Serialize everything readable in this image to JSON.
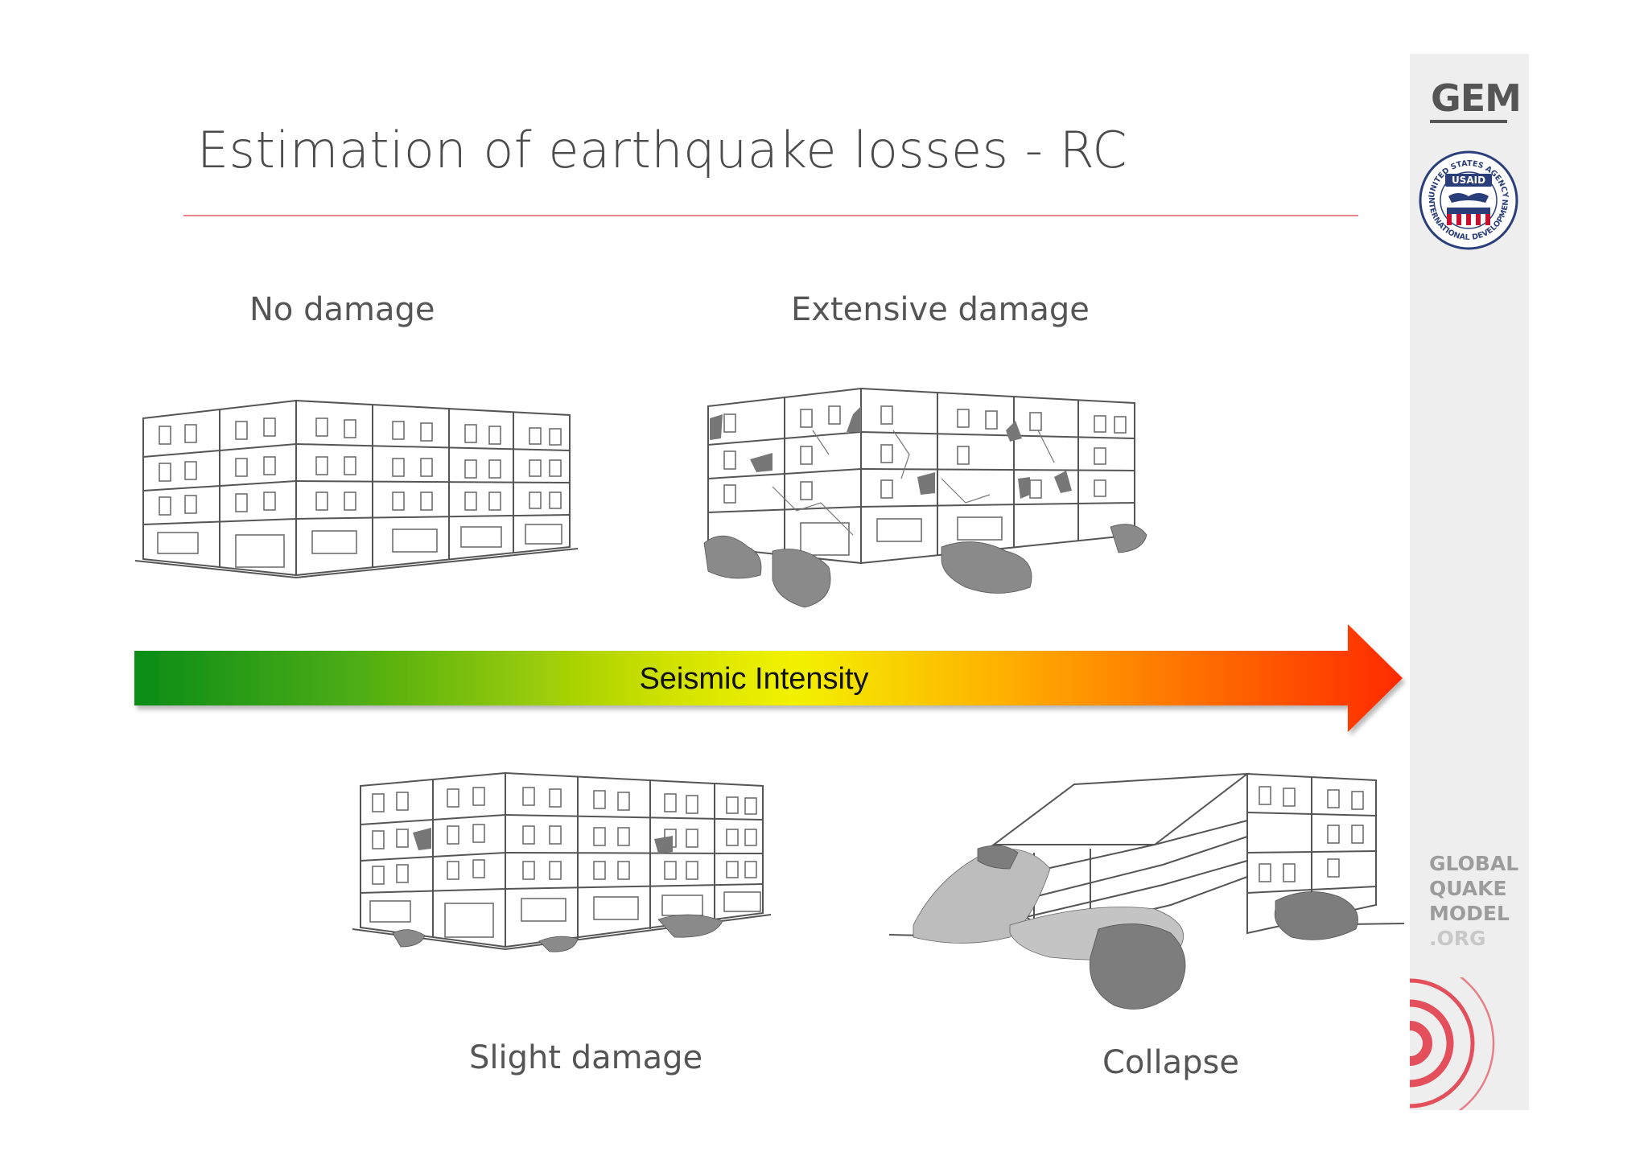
{
  "slide": {
    "title": "Estimation of earthquake losses - RC"
  },
  "labels": {
    "no_damage": "No damage",
    "extensive_damage": "Extensive damage",
    "slight_damage": "Slight damage",
    "collapse": "Collapse"
  },
  "arrow": {
    "label": "Seismic Intensity",
    "color_start": "#0a8c16",
    "color_mid": "#f2f200",
    "color_end": "#ff2a00"
  },
  "sidebar": {
    "gem_logo": "GEM",
    "usaid_text": "USAID",
    "usaid_ring_top": "UNITED STATES AGENCY",
    "usaid_ring_bottom": "INTERNATIONAL DEVELOPMENT",
    "gqm_line1": "GLOBAL",
    "gqm_line2": "QUAKE",
    "gqm_line3": "MODEL",
    "gqm_line4": ".ORG",
    "accent_color": "#e3505c"
  }
}
